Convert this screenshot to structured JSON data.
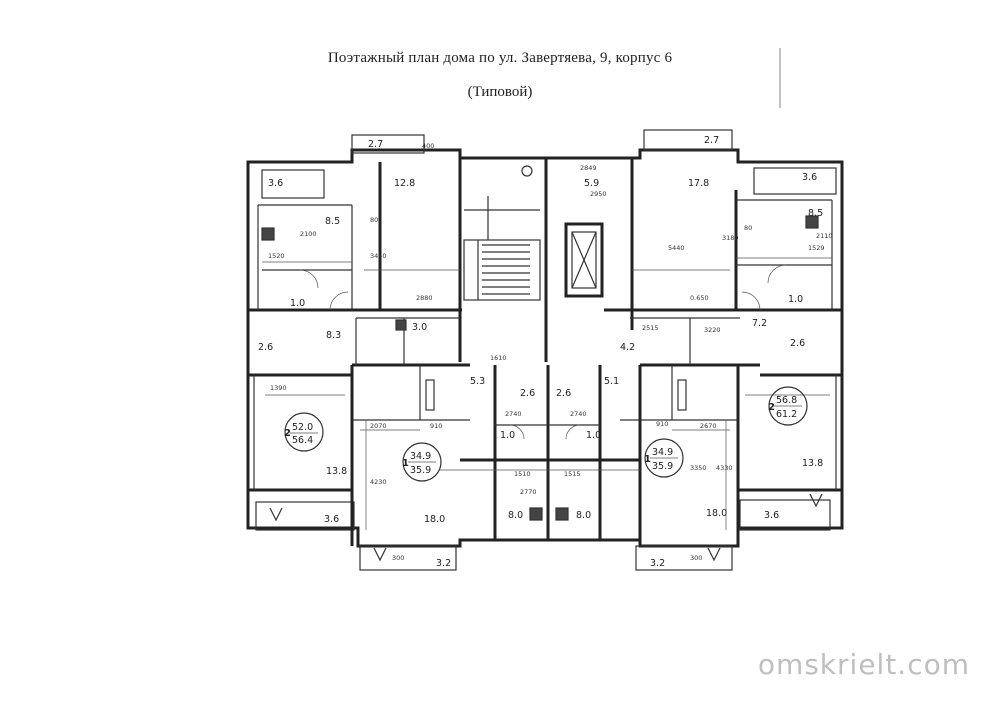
{
  "title": "Поэтажный план дома по ул. Завертяева, 9, корпус  6",
  "subtitle": "(Типовой)",
  "watermark": "omskrielt.com",
  "rooms": {
    "r1": "3.6",
    "r2": "2.7",
    "r3": "12.8",
    "r4": "8.5",
    "r5": "5.9",
    "r6": "17.8",
    "r7": "2.7",
    "r8": "3.6",
    "r9": "8.5",
    "r10": "1.0",
    "r11": "8.3",
    "r12": "3.0",
    "r13": "2.6",
    "r14": "5.3",
    "r15": "2.6",
    "r16": "2.6",
    "r17": "5.1",
    "r18": "4.2",
    "r19": "7.2",
    "r20": "1.0",
    "r21": "2.6",
    "r22": "1.0",
    "r23": "1.0",
    "r24": "13.8",
    "r25": "18.0",
    "r26": "8.0",
    "r27": "8.0",
    "r28": "18.0",
    "r29": "13.8",
    "r30": "3.6",
    "r31": "3.2",
    "r32": "3.2",
    "r33": "3.6"
  },
  "flats": {
    "f1_num": "2",
    "f1_a": "52.0",
    "f1_b": "56.4",
    "f2_num": "1",
    "f2_a": "34.9",
    "f2_b": "35.9",
    "f3_num": "1",
    "f3_a": "34.9",
    "f3_b": "35.9",
    "f4_num": "2",
    "f4_a": "56.8",
    "f4_b": "61.2"
  },
  "dims": {
    "d1": "400",
    "d2": "2849",
    "d3": "3440",
    "d4": "5440",
    "d5": "3180",
    "d6": "2100",
    "d7": "1520",
    "d8": "1529",
    "d9": "1390",
    "d10": "2070",
    "d11": "2670",
    "d12": "4230",
    "d13": "4330",
    "d14": "2740",
    "d15": "2740",
    "d16": "1510",
    "d17": "1515",
    "d18": "0.650",
    "d19": "2515",
    "d20": "2110",
    "d21": "3220",
    "d22": "3350",
    "d23": "1610",
    "d24": "2770",
    "d25": "2880",
    "d26": "2950",
    "d27": "910",
    "d28": "910",
    "d29": "80",
    "d30": "80",
    "d31": "300",
    "d32": "300"
  }
}
